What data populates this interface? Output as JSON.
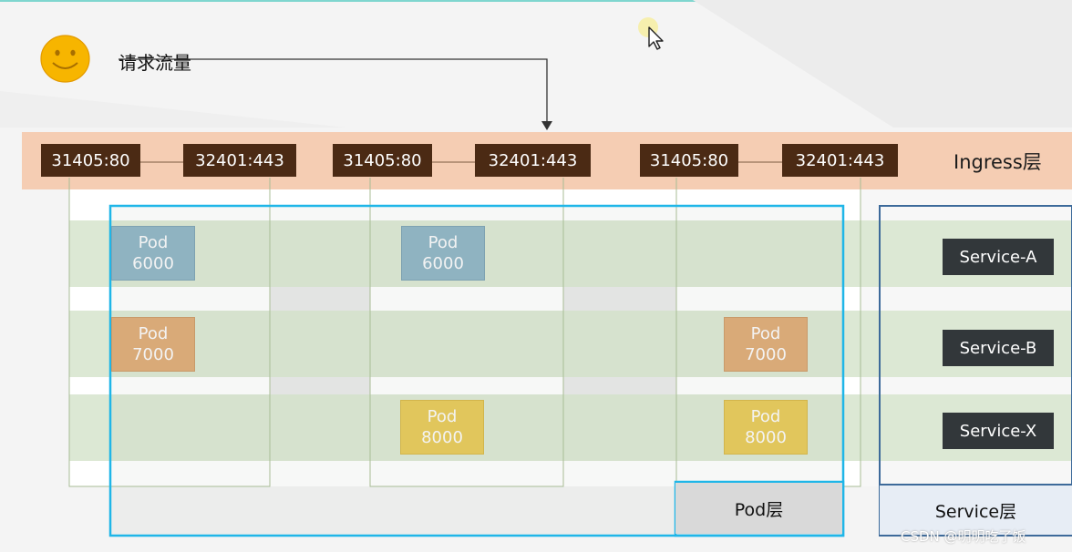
{
  "request": {
    "label": "请求流量"
  },
  "ingress": {
    "label": "Ingress层",
    "ports": [
      "31405:80",
      "32401:443",
      "31405:80",
      "32401:443",
      "31405:80",
      "32401:443"
    ]
  },
  "pods": [
    {
      "label": "Pod",
      "port": "6000"
    },
    {
      "label": "Pod",
      "port": "6000"
    },
    {
      "label": "Pod",
      "port": "7000"
    },
    {
      "label": "Pod",
      "port": "7000"
    },
    {
      "label": "Pod",
      "port": "8000"
    },
    {
      "label": "Pod",
      "port": "8000"
    }
  ],
  "services": [
    "Service-A",
    "Service-B",
    "Service-X"
  ],
  "layers": {
    "pod": "Pod层",
    "service": "Service层"
  },
  "watermark": "CSDN @明明吃了饭",
  "colors": {
    "ingress_band": "#f5cdb3",
    "port_box": "#4b2a14",
    "row_band": "#dce8d4",
    "pod_6000": "#8fb3c1",
    "pod_7000": "#d9aa78",
    "pod_8000": "#e1c65c",
    "service_box": "#32373a",
    "pod_layer_border": "#1fb6e8",
    "service_layer_border": "#3d6a9a"
  },
  "icons": {
    "user": "smiley-face-icon",
    "cursor": "mouse-pointer-icon"
  }
}
